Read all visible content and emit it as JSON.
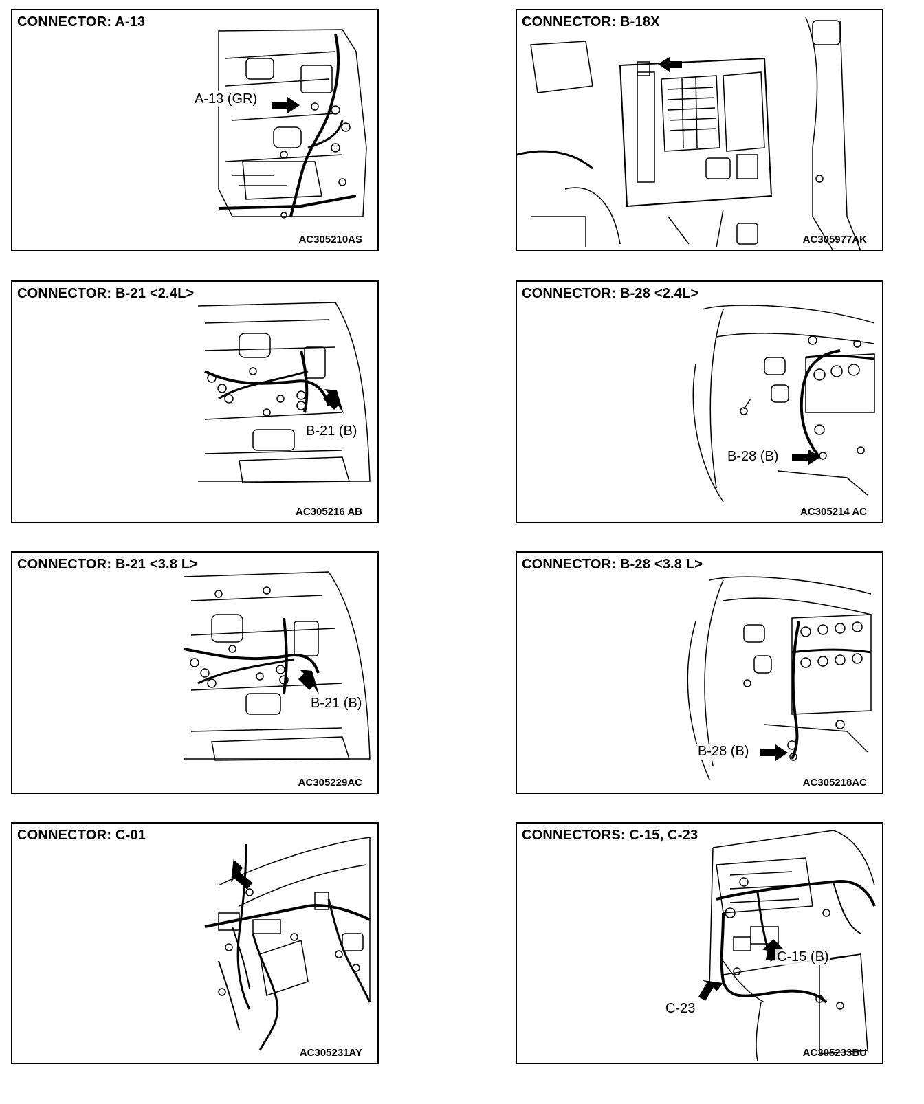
{
  "panels": [
    {
      "title": "CONNECTOR: A-13",
      "code": "AC305210AS",
      "callouts": [
        "A-13 (GR)"
      ]
    },
    {
      "title": "CONNECTOR: B-18X",
      "code": "AC305977AK",
      "callouts": []
    },
    {
      "title": "CONNECTOR: B-21 <2.4L>",
      "code": "AC305216 AB",
      "callouts": [
        "B-21 (B)"
      ]
    },
    {
      "title": "CONNECTOR: B-28 <2.4L>",
      "code": "AC305214 AC",
      "callouts": [
        "B-28 (B)"
      ]
    },
    {
      "title": "CONNECTOR: B-21 <3.8 L>",
      "code": "AC305229AC",
      "callouts": [
        "B-21 (B)"
      ]
    },
    {
      "title": "CONNECTOR: B-28 <3.8 L>",
      "code": "AC305218AC",
      "callouts": [
        "B-28 (B)"
      ]
    },
    {
      "title": "CONNECTOR: C-01",
      "code": "AC305231AY",
      "callouts": []
    },
    {
      "title": "CONNECTORS: C-15, C-23",
      "code": "AC305233BU",
      "callouts": [
        "C-15 (B)",
        "C-23"
      ]
    }
  ]
}
